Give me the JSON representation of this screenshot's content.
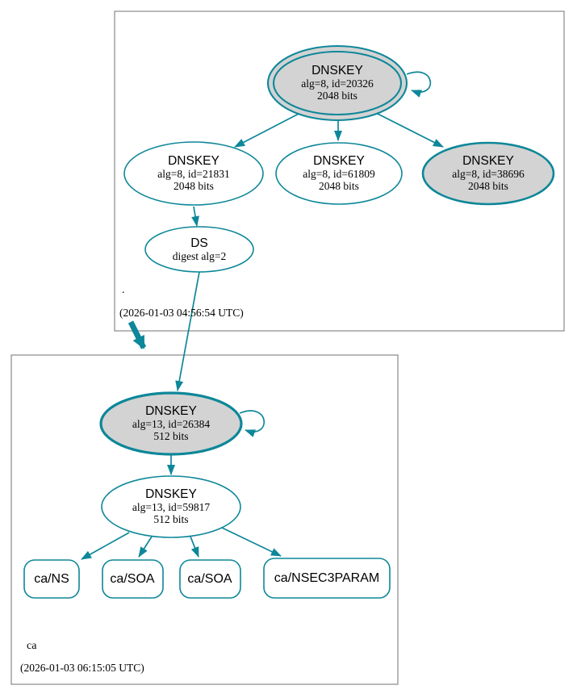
{
  "colors": {
    "edge": "#0d8799",
    "key_fill": "#d3d3d3",
    "node_fill": "#ffffff",
    "cluster_border": "#888888",
    "text": "#000000"
  },
  "zones": {
    "root": {
      "label": ".",
      "timestamp": "(2026-01-03 04:56:54 UTC)",
      "ksk": {
        "title": "DNSKEY",
        "detail": "alg=8, id=20326",
        "size": "2048 bits"
      },
      "zsk1": {
        "title": "DNSKEY",
        "detail": "alg=8, id=21831",
        "size": "2048 bits"
      },
      "zsk2": {
        "title": "DNSKEY",
        "detail": "alg=8, id=61809",
        "size": "2048 bits"
      },
      "key3": {
        "title": "DNSKEY",
        "detail": "alg=8, id=38696",
        "size": "2048 bits"
      },
      "ds": {
        "title": "DS",
        "detail": "digest alg=2"
      }
    },
    "ca": {
      "label": "ca",
      "timestamp": "(2026-01-03 06:15:05 UTC)",
      "ksk": {
        "title": "DNSKEY",
        "detail": "alg=13, id=26384",
        "size": "512 bits"
      },
      "zsk": {
        "title": "DNSKEY",
        "detail": "alg=13, id=59817",
        "size": "512 bits"
      },
      "rrsets": [
        {
          "label": "ca/NS"
        },
        {
          "label": "ca/SOA"
        },
        {
          "label": "ca/SOA"
        },
        {
          "label": "ca/NSEC3PARAM"
        }
      ]
    }
  }
}
